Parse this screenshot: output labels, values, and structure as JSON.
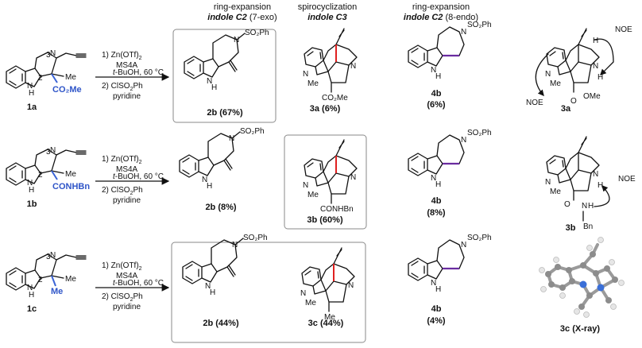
{
  "headers": [
    {
      "line1": "ring-expansion",
      "line2_italic": "indole C2",
      "line2_rest": " (7-exo)"
    },
    {
      "line1": "spirocyclization",
      "line2_italic": "indole C3",
      "line2_rest": ""
    },
    {
      "line1": "ring-expansion",
      "line2_italic": "indole C2",
      "line2_rest": " (8-endo)"
    }
  ],
  "conditions": {
    "step1_a": "1) Zn(OTf)",
    "step1_sub": "2",
    "step1_b": "MS4A",
    "step1_c_italic": "t",
    "step1_c": "-BuOH, 60 °C",
    "step2_a": "2) ClSO",
    "step2_sub": "2",
    "step2_b": "Ph",
    "step2_c": "pyridine"
  },
  "atoms": {
    "N": "N",
    "H": "H",
    "Me": "Me",
    "three": "3",
    "two": "2",
    "so2ph": "SO₂Ph",
    "co2me": "CO₂Me",
    "conhbn": "CONHBn",
    "co2me_plain": "CO₂Me",
    "conhbn_plain": "CONHBn",
    "noe": "NOE",
    "ome": "OMe",
    "o": "O",
    "bn": "Bn"
  },
  "rows": [
    {
      "sm": "1a",
      "p7": "2b (67%)",
      "spiro": "3a (6%)",
      "p8": "4b",
      "p8_yield": "(6%)",
      "ref": "3a"
    },
    {
      "sm": "1b",
      "p7": "2b (8%)",
      "spiro": "3b (60%)",
      "p8": "4b",
      "p8_yield": "(8%)",
      "ref": "3b"
    },
    {
      "sm": "1c",
      "p7": "2b (44%)",
      "spiro": "3c (44%)",
      "p8": "4b",
      "p8_yield": "(4%)",
      "ref": "3c (X-ray)"
    }
  ]
}
